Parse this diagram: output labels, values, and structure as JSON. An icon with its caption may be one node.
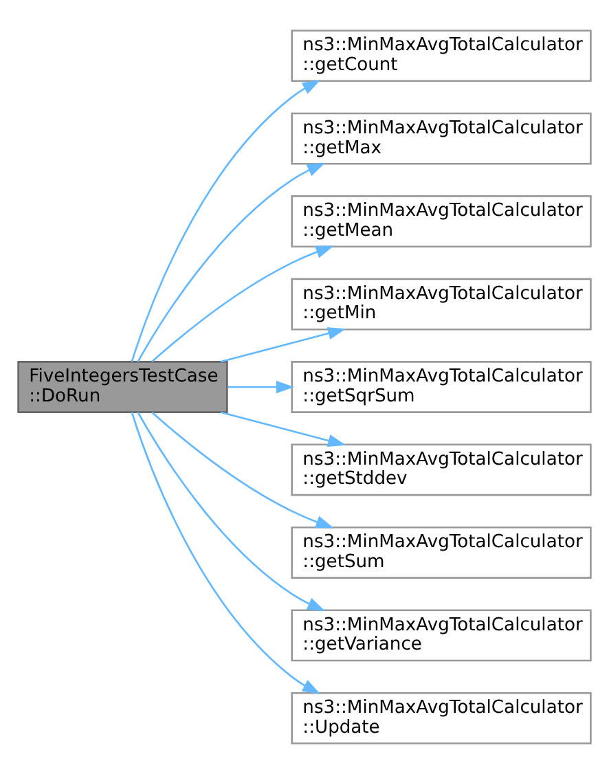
{
  "diagram": {
    "nodes": [
      {
        "text": [
          "FiveIntegersTestCase ::DoRun"
        ]
      },
      {
        "text": [
          "ns3::MinMaxAvgTotalCalculator ::getCount"
        ]
      },
      {
        "text": [
          "ns3::MinMaxAvgTotalCalculator ::getMax"
        ]
      },
      {
        "text": [
          "ns3::MinMaxAvgTotalCalculator ::getMean"
        ]
      },
      {
        "text": [
          "ns3::MinMaxAvgTotalCalculator ::getMin"
        ]
      },
      {
        "text": [
          "ns3::MinMaxAvgTotalCalculator ::getSqrSum"
        ]
      },
      {
        "text": [
          "ns3::MinMaxAvgTotalCalculator ::getStddev"
        ]
      },
      {
        "text": [
          "ns3::MinMaxAvgTotalCalculator ::getSum"
        ]
      },
      {
        "text": [
          "ns3::MinMaxAvgTotalCalculator ::getVariance"
        ]
      },
      {
        "text": [
          "ns3::MinMaxAvgTotalCalculator ::Update"
        ]
      }
    ],
    "edges": [
      {
        "from": 0,
        "to": 1,
        "arrow": "to"
      },
      {
        "from": 0,
        "to": 2,
        "arrow": "to"
      },
      {
        "from": 0,
        "to": 3,
        "arrow": "to"
      },
      {
        "from": 0,
        "to": 4,
        "arrow": "to"
      },
      {
        "from": 0,
        "to": 5,
        "arrow": "to"
      },
      {
        "from": 0,
        "to": 6,
        "arrow": "to"
      },
      {
        "from": 0,
        "to": 7,
        "arrow": "to"
      },
      {
        "from": 0,
        "to": 8,
        "arrow": "to"
      },
      {
        "from": 0,
        "to": 9,
        "arrow": "to"
      }
    ]
  }
}
